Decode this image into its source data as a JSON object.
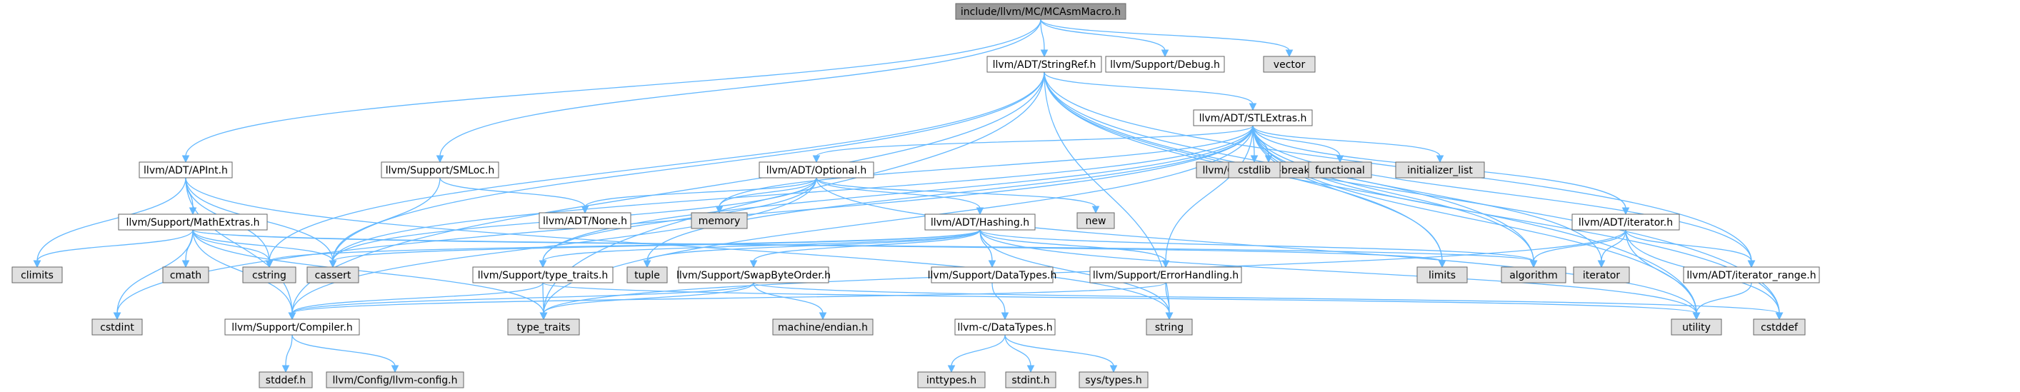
{
  "colors": {
    "node_root_fill": "#999999",
    "node_header_fill": "#ffffff",
    "node_system_fill": "#e0e0e0",
    "node_border": "#666666",
    "edge": "#63b8ff"
  },
  "nodes": [
    {
      "id": "root",
      "label": "include/llvm/MC/MCAsmMacro.h",
      "kind": "root"
    },
    {
      "id": "stringref",
      "label": "llvm/ADT/StringRef.h",
      "kind": "header"
    },
    {
      "id": "debug",
      "label": "llvm/Support/Debug.h",
      "kind": "header"
    },
    {
      "id": "vector",
      "label": "vector",
      "kind": "system"
    },
    {
      "id": "stlextras",
      "label": "llvm/ADT/STLExtras.h",
      "kind": "header"
    },
    {
      "id": "apint",
      "label": "llvm/ADT/APInt.h",
      "kind": "header"
    },
    {
      "id": "smloc",
      "label": "llvm/Support/SMLoc.h",
      "kind": "header"
    },
    {
      "id": "optional",
      "label": "llvm/ADT/Optional.h",
      "kind": "header"
    },
    {
      "id": "abibreaking",
      "label": "llvm/Config/abi-breaking.h",
      "kind": "system"
    },
    {
      "id": "cstdlib",
      "label": "cstdlib",
      "kind": "system"
    },
    {
      "id": "functional",
      "label": "functional",
      "kind": "system"
    },
    {
      "id": "initlist",
      "label": "initializer_list",
      "kind": "system"
    },
    {
      "id": "new",
      "label": "new",
      "kind": "system"
    },
    {
      "id": "memory",
      "label": "memory",
      "kind": "system"
    },
    {
      "id": "none",
      "label": "llvm/ADT/None.h",
      "kind": "header"
    },
    {
      "id": "mathextras",
      "label": "llvm/Support/MathExtras.h",
      "kind": "header"
    },
    {
      "id": "hashing",
      "label": "llvm/ADT/Hashing.h",
      "kind": "header"
    },
    {
      "id": "iteratorh",
      "label": "llvm/ADT/iterator.h",
      "kind": "header"
    },
    {
      "id": "climits",
      "label": "climits",
      "kind": "system"
    },
    {
      "id": "cmath",
      "label": "cmath",
      "kind": "system"
    },
    {
      "id": "cstring",
      "label": "cstring",
      "kind": "system"
    },
    {
      "id": "cassert",
      "label": "cassert",
      "kind": "system"
    },
    {
      "id": "tuple",
      "label": "tuple",
      "kind": "system"
    },
    {
      "id": "limits",
      "label": "limits",
      "kind": "system"
    },
    {
      "id": "algorithm",
      "label": "algorithm",
      "kind": "system"
    },
    {
      "id": "iterator",
      "label": "iterator",
      "kind": "system"
    },
    {
      "id": "typetraitsh",
      "label": "llvm/Support/type_traits.h",
      "kind": "header"
    },
    {
      "id": "swapbyte",
      "label": "llvm/Support/SwapByteOrder.h",
      "kind": "header"
    },
    {
      "id": "datatypes",
      "label": "llvm/Support/DataTypes.h",
      "kind": "header"
    },
    {
      "id": "errorhandling",
      "label": "llvm/Support/ErrorHandling.h",
      "kind": "header"
    },
    {
      "id": "iterrange",
      "label": "llvm/ADT/iterator_range.h",
      "kind": "header"
    },
    {
      "id": "cstdint",
      "label": "cstdint",
      "kind": "system"
    },
    {
      "id": "compiler",
      "label": "llvm/Support/Compiler.h",
      "kind": "header"
    },
    {
      "id": "typetraits",
      "label": "type_traits",
      "kind": "system"
    },
    {
      "id": "endian",
      "label": "machine/endian.h",
      "kind": "system"
    },
    {
      "id": "cdatatypes",
      "label": "llvm-c/DataTypes.h",
      "kind": "header"
    },
    {
      "id": "string",
      "label": "string",
      "kind": "system"
    },
    {
      "id": "utility",
      "label": "utility",
      "kind": "system"
    },
    {
      "id": "cstddef",
      "label": "cstddef",
      "kind": "system"
    },
    {
      "id": "stddef",
      "label": "stddef.h",
      "kind": "system"
    },
    {
      "id": "llvmconfig",
      "label": "llvm/Config/llvm-config.h",
      "kind": "system"
    },
    {
      "id": "inttypes",
      "label": "inttypes.h",
      "kind": "system"
    },
    {
      "id": "stdint",
      "label": "stdint.h",
      "kind": "system"
    },
    {
      "id": "systypes",
      "label": "sys/types.h",
      "kind": "system"
    }
  ],
  "edges": [
    [
      "root",
      "stringref"
    ],
    [
      "root",
      "debug"
    ],
    [
      "root",
      "vector"
    ],
    [
      "root",
      "apint"
    ],
    [
      "root",
      "smloc"
    ],
    [
      "stringref",
      "stlextras"
    ],
    [
      "stringref",
      "compiler"
    ],
    [
      "stringref",
      "cassert"
    ],
    [
      "stringref",
      "cstring"
    ],
    [
      "stringref",
      "typetraits"
    ],
    [
      "stringref",
      "algorithm"
    ],
    [
      "stringref",
      "limits"
    ],
    [
      "stringref",
      "string"
    ],
    [
      "stringref",
      "utility"
    ],
    [
      "stringref",
      "cstddef"
    ],
    [
      "stringref",
      "iterrange"
    ],
    [
      "stlextras",
      "optional"
    ],
    [
      "stlextras",
      "abibreaking"
    ],
    [
      "stlextras",
      "cstdlib"
    ],
    [
      "stlextras",
      "functional"
    ],
    [
      "stlextras",
      "initlist"
    ],
    [
      "stlextras",
      "memory"
    ],
    [
      "stlextras",
      "iteratorh"
    ],
    [
      "stlextras",
      "iterrange"
    ],
    [
      "stlextras",
      "errorhandling"
    ],
    [
      "stlextras",
      "typetraitsh"
    ],
    [
      "stlextras",
      "cassert"
    ],
    [
      "stlextras",
      "cstdint"
    ],
    [
      "stlextras",
      "tuple"
    ],
    [
      "stlextras",
      "limits"
    ],
    [
      "stlextras",
      "algorithm"
    ],
    [
      "stlextras",
      "iterator"
    ],
    [
      "stlextras",
      "typetraits"
    ],
    [
      "stlextras",
      "utility"
    ],
    [
      "stlextras",
      "cstddef"
    ],
    [
      "apint",
      "mathextras"
    ],
    [
      "apint",
      "compiler"
    ],
    [
      "apint",
      "cassert"
    ],
    [
      "apint",
      "climits"
    ],
    [
      "apint",
      "cstring"
    ],
    [
      "apint",
      "string"
    ],
    [
      "smloc",
      "none"
    ],
    [
      "smloc",
      "cassert"
    ],
    [
      "optional",
      "none"
    ],
    [
      "optional",
      "hashing"
    ],
    [
      "optional",
      "compiler"
    ],
    [
      "optional",
      "typetraitsh"
    ],
    [
      "optional",
      "new"
    ],
    [
      "optional",
      "memory"
    ],
    [
      "optional",
      "cassert"
    ],
    [
      "optional",
      "utility"
    ],
    [
      "mathextras",
      "compiler"
    ],
    [
      "mathextras",
      "climits"
    ],
    [
      "mathextras",
      "cmath"
    ],
    [
      "mathextras",
      "cstring"
    ],
    [
      "mathextras",
      "cassert"
    ],
    [
      "mathextras",
      "cstdint"
    ],
    [
      "mathextras",
      "typetraits"
    ],
    [
      "mathextras",
      "limits"
    ],
    [
      "mathextras",
      "algorithm"
    ],
    [
      "hashing",
      "errorhandling"
    ],
    [
      "hashing",
      "swapbyte"
    ],
    [
      "hashing",
      "datatypes"
    ],
    [
      "hashing",
      "typetraitsh"
    ],
    [
      "hashing",
      "tuple"
    ],
    [
      "hashing",
      "cassert"
    ],
    [
      "hashing",
      "cstring"
    ],
    [
      "hashing",
      "string"
    ],
    [
      "hashing",
      "utility"
    ],
    [
      "hashing",
      "algorithm"
    ],
    [
      "iteratorh",
      "iterrange"
    ],
    [
      "iteratorh",
      "algorithm"
    ],
    [
      "iteratorh",
      "iterator"
    ],
    [
      "iteratorh",
      "cstddef"
    ],
    [
      "iteratorh",
      "typetraits"
    ],
    [
      "iteratorh",
      "utility"
    ],
    [
      "typetraitsh",
      "compiler"
    ],
    [
      "typetraitsh",
      "typetraits"
    ],
    [
      "typetraitsh",
      "utility"
    ],
    [
      "swapbyte",
      "compiler"
    ],
    [
      "swapbyte",
      "typetraits"
    ],
    [
      "swapbyte",
      "cstddef"
    ],
    [
      "swapbyte",
      "endian"
    ],
    [
      "datatypes",
      "cdatatypes"
    ],
    [
      "errorhandling",
      "compiler"
    ],
    [
      "errorhandling",
      "string"
    ],
    [
      "iterrange",
      "utility"
    ],
    [
      "compiler",
      "stddef"
    ],
    [
      "compiler",
      "llvmconfig"
    ],
    [
      "cdatatypes",
      "inttypes"
    ],
    [
      "cdatatypes",
      "stdint"
    ],
    [
      "cdatatypes",
      "systypes"
    ]
  ]
}
